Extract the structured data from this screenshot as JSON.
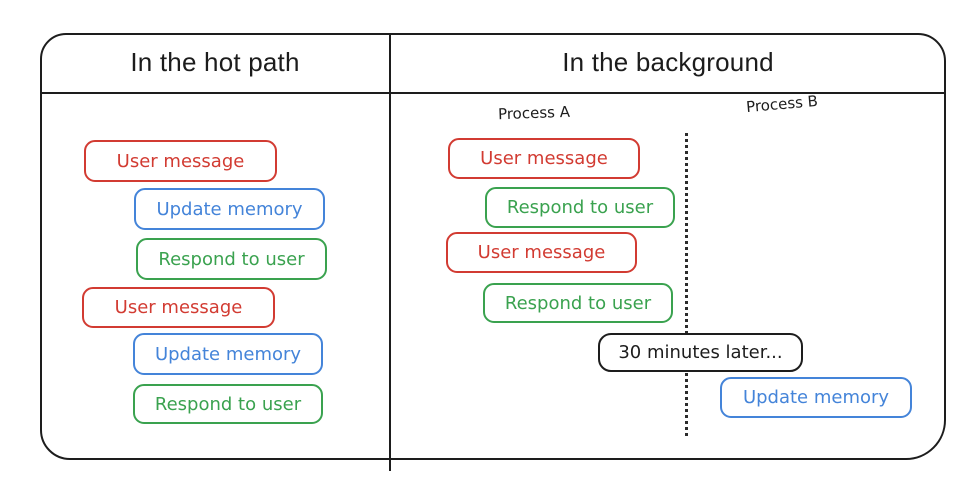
{
  "colors": {
    "red": "#d23b32",
    "blue": "#4484d9",
    "green": "#3aa24f",
    "ink": "#1d1d1d"
  },
  "left_panel": {
    "title": "In the hot path",
    "boxes": [
      {
        "label": "User message",
        "color": "red"
      },
      {
        "label": "Update memory",
        "color": "blue"
      },
      {
        "label": "Respond to user",
        "color": "green"
      },
      {
        "label": "User message",
        "color": "red"
      },
      {
        "label": "Update memory",
        "color": "blue"
      },
      {
        "label": "Respond to user",
        "color": "green"
      }
    ]
  },
  "right_panel": {
    "title": "In the background",
    "process_a": {
      "label": "Process A",
      "boxes": [
        {
          "label": "User message",
          "color": "red"
        },
        {
          "label": "Respond to user",
          "color": "green"
        },
        {
          "label": "User message",
          "color": "red"
        },
        {
          "label": "Respond to user",
          "color": "green"
        }
      ]
    },
    "process_b": {
      "label": "Process B",
      "boxes": [
        {
          "label": "Update memory",
          "color": "blue"
        }
      ]
    },
    "note": {
      "label": "30 minutes later..."
    }
  }
}
